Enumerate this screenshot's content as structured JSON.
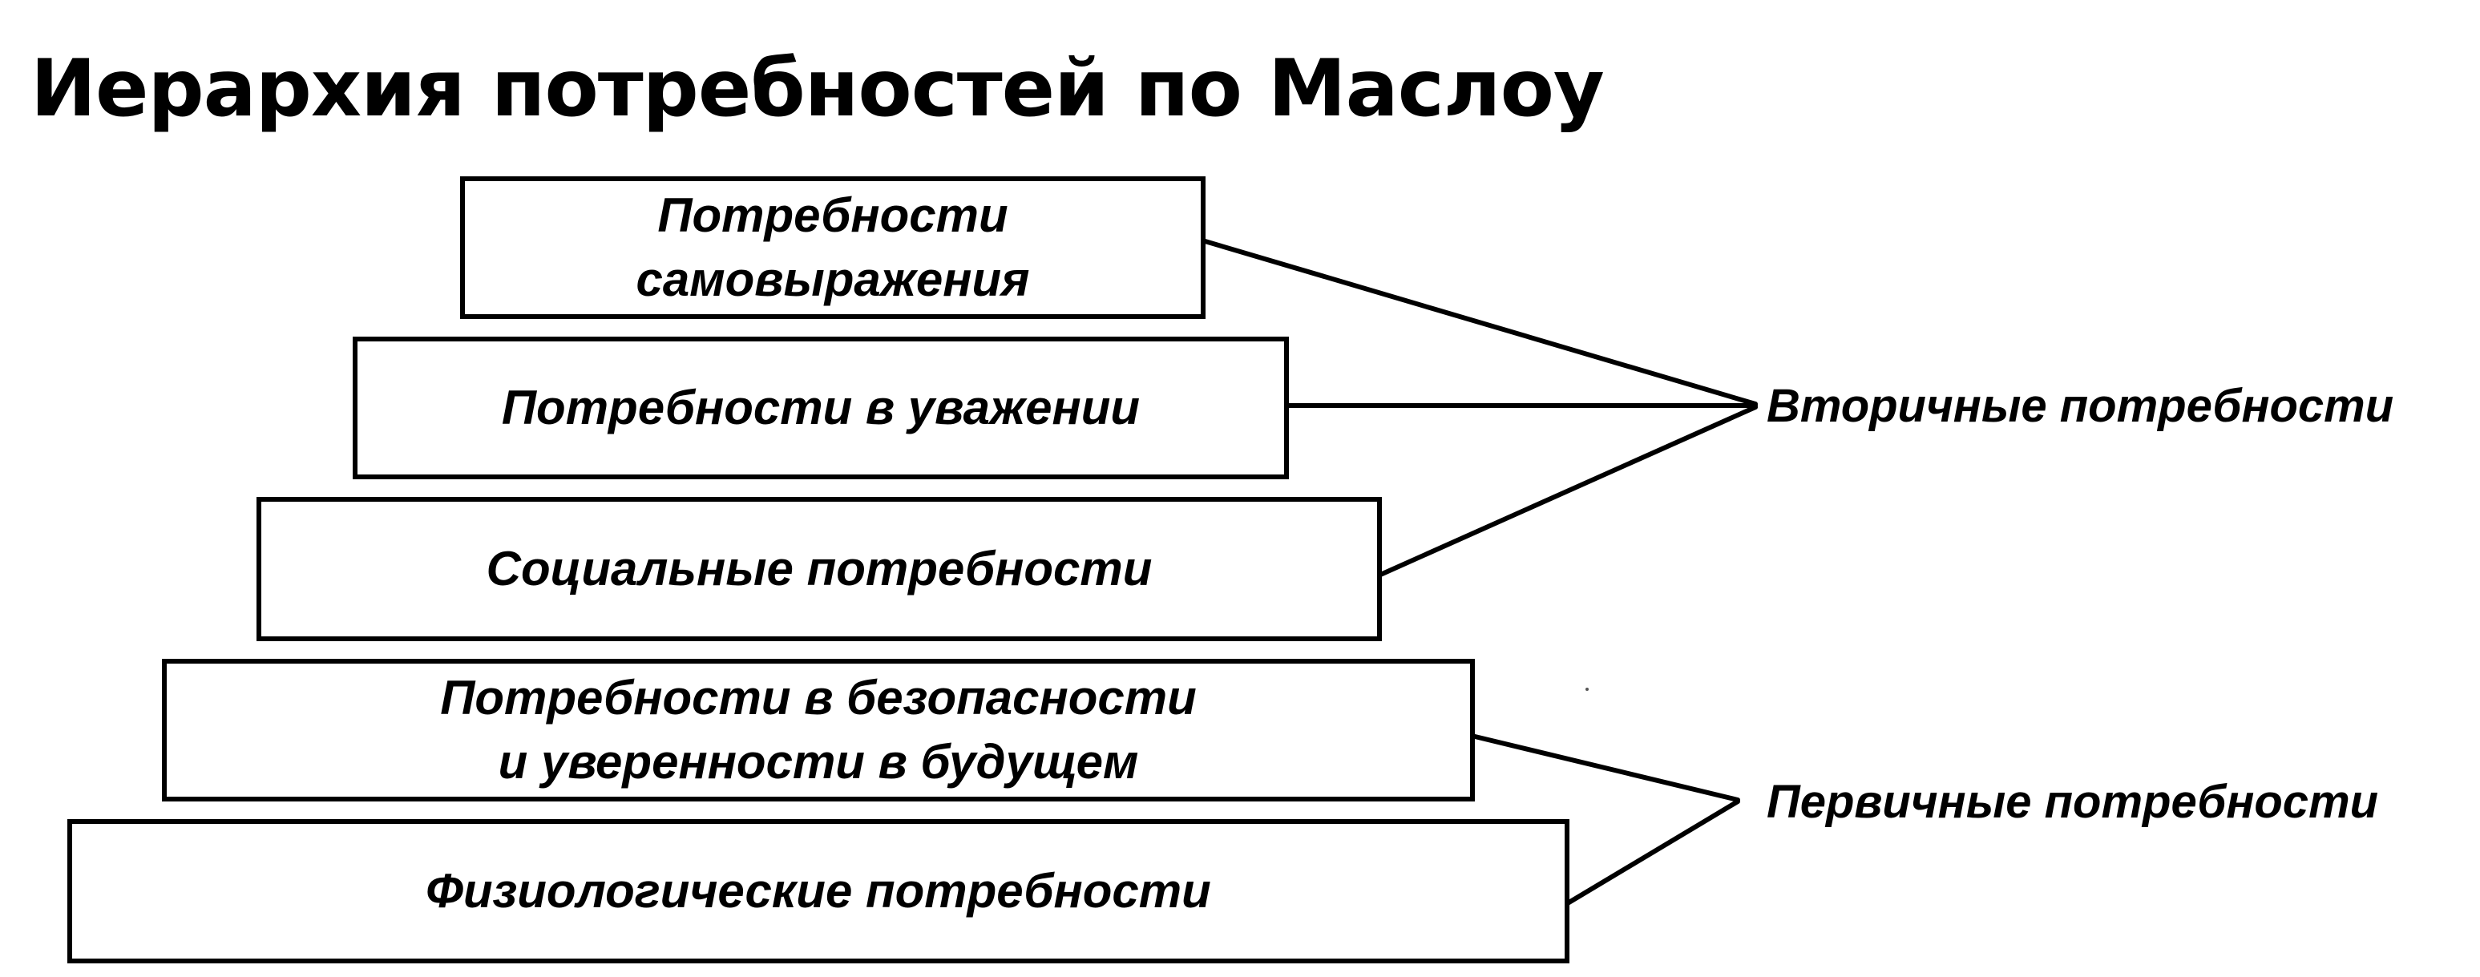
{
  "title": "Иерархия потребностей по Маслоу",
  "levels": [
    {
      "lines": [
        "Потребности",
        "самовыражения"
      ]
    },
    {
      "lines": [
        "Потребности в уважении"
      ]
    },
    {
      "lines": [
        "Социальные потребности"
      ]
    },
    {
      "lines": [
        "Потребности в безопасности",
        "и уверенности в будущем"
      ]
    },
    {
      "lines": [
        "Физиологические потребности"
      ]
    }
  ],
  "groups": {
    "secondary": {
      "label": "Вторичные потребности",
      "levels": [
        1,
        2,
        3
      ]
    },
    "primary": {
      "label": "Первичные потребности",
      "levels": [
        4,
        5
      ]
    }
  },
  "colors": {
    "ink": "#000000",
    "background": "#ffffff"
  }
}
